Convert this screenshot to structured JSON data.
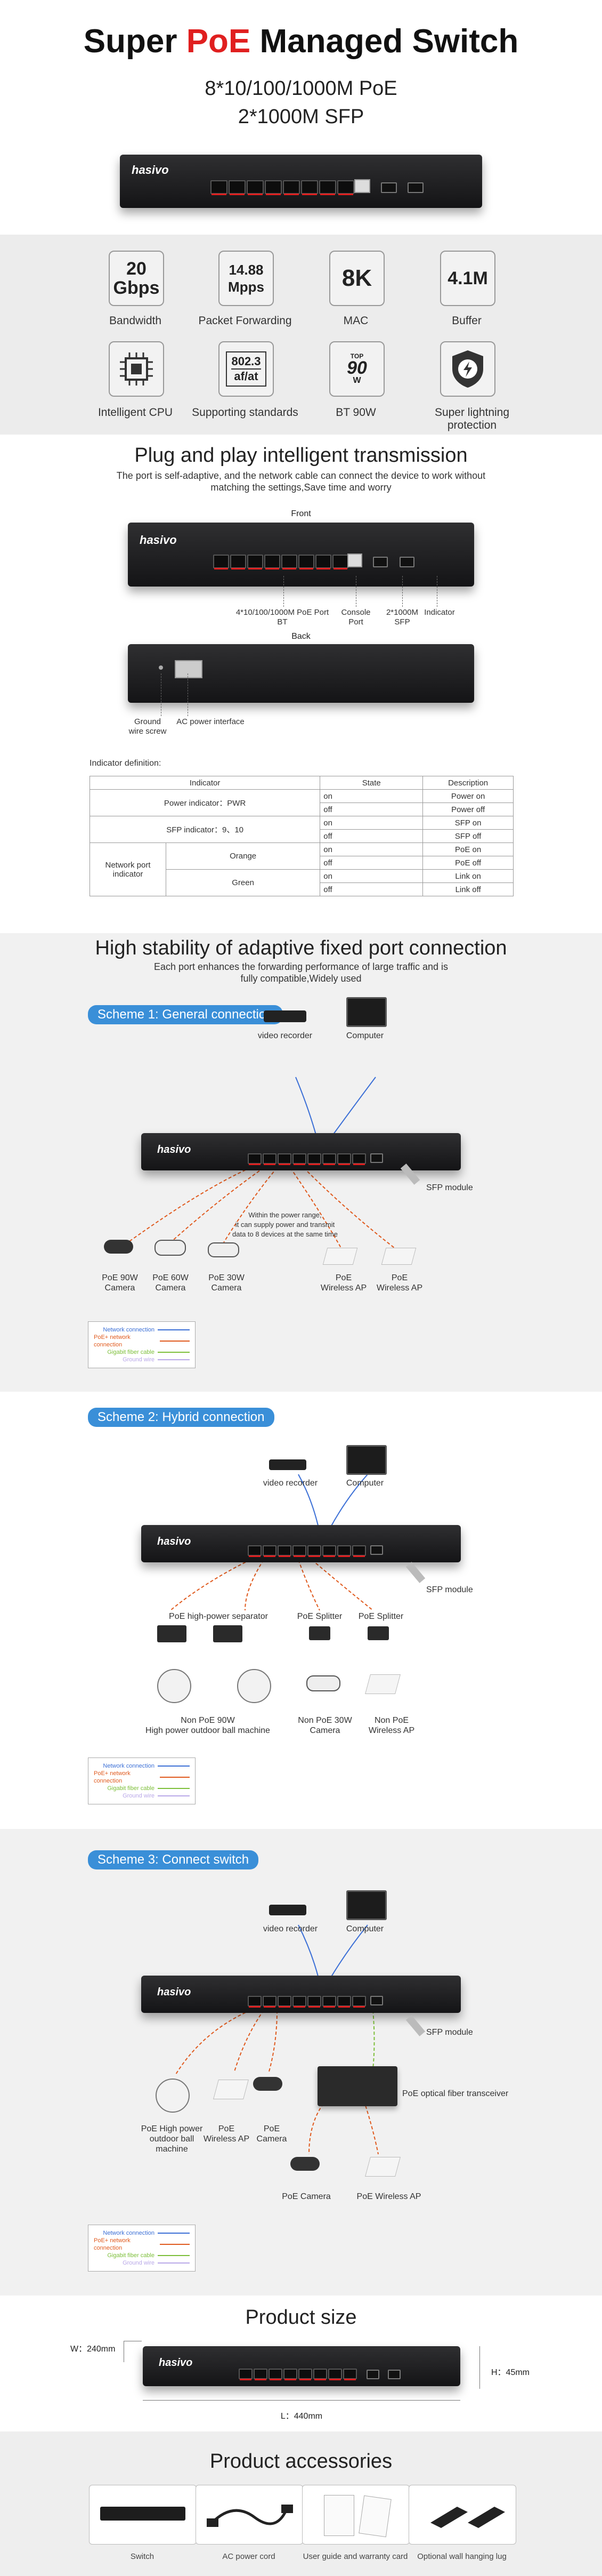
{
  "hero": {
    "title_pre": "Super ",
    "title_accent": "PoE",
    "title_post": " Managed Switch",
    "line1": "8*10/100/1000M PoE",
    "line2": "2*1000M SFP",
    "brand": "hasivo"
  },
  "features": [
    {
      "icon_text": "20\nGbps",
      "label": "Bandwidth",
      "icon": "bandwidth-icon"
    },
    {
      "icon_text": "14.88\nMpps",
      "label": "Packet Forwarding",
      "icon": "packet-icon"
    },
    {
      "icon_text": "8K",
      "label": "MAC",
      "icon": "mac-icon"
    },
    {
      "icon_text": "4.1M",
      "label": "Buffer",
      "icon": "buffer-icon"
    },
    {
      "icon_text": "",
      "label": "Intelligent CPU",
      "icon": "cpu-icon"
    },
    {
      "icon_text": "802.3\naf/at",
      "label": "Supporting standards",
      "icon": "standard-icon"
    },
    {
      "icon_text": "TOP\n90\nW",
      "label": "BT 90W",
      "icon": "power-icon"
    },
    {
      "icon_text": "",
      "label": "Super lightning protection",
      "icon": "lightning-shield-icon"
    }
  ],
  "plug": {
    "title": "Plug and play intelligent transmission",
    "sub1": "The port is self-adaptive, and the network cable can connect the device to work without",
    "sub2": "matching the settings,Save time and worry",
    "front": "Front",
    "back": "Back",
    "callout_poe": "4*10/100/1000M PoE Port\nBT",
    "callout_console": "Console\nPort",
    "callout_sfp": "2*1000M\nSFP",
    "callout_indicator": "Indicator",
    "callout_ground": "Ground\nwire screw",
    "callout_ac": "AC power interface",
    "indicator_def": "Indicator definition:"
  },
  "table": {
    "headers": [
      "Indicator",
      "State",
      "Description"
    ],
    "power_label": "Power indicator：PWR",
    "sfp_label": "SFP indicator：9、10",
    "net_label": "Network port\nindicator",
    "orange": "Orange",
    "green": "Green",
    "rows": [
      [
        "on",
        "Power on"
      ],
      [
        "off",
        "Power off"
      ],
      [
        "on",
        "SFP on"
      ],
      [
        "off",
        "SFP off"
      ],
      [
        "on",
        "PoE on"
      ],
      [
        "off",
        "PoE off"
      ],
      [
        "on",
        "Link on"
      ],
      [
        "off",
        "Link off"
      ]
    ]
  },
  "stability": {
    "title": "High stability of adaptive fixed port connection",
    "sub1": "Each port enhances the forwarding performance of large traffic and is",
    "sub2": "fully compatible,Widely used"
  },
  "scheme1": {
    "label": "Scheme 1: General connection",
    "recorder": "video recorder",
    "computer": "Computer",
    "sfp": "SFP module",
    "note": "Within the power range,\nit can supply power and transmit\ndata to 8 devices at the same time",
    "cam90": "PoE 90W\nCamera",
    "cam60": "PoE 60W\nCamera",
    "cam30": "PoE 30W\nCamera",
    "ap1": "PoE\nWireless AP",
    "ap2": "PoE\nWireless AP"
  },
  "scheme2": {
    "label": "Scheme 2: Hybrid connection",
    "recorder": "video recorder",
    "computer": "Computer",
    "sfp": "SFP module",
    "separator": "PoE high-power separator",
    "splitter1": "PoE Splitter",
    "splitter2": "PoE Splitter",
    "ballcam": "Non PoE 90W\nHigh power outdoor ball machine",
    "cam30": "Non PoE 30W\nCamera",
    "ap": "Non PoE\nWireless AP"
  },
  "scheme3": {
    "label": "Scheme 3: Connect switch",
    "recorder": "video recorder",
    "computer": "Computer",
    "sfp": "SFP module",
    "transceiver": "PoE optical fiber transceiver",
    "ball": "PoE High power\noutdoor ball\nmachine",
    "ap": "PoE\nWireless AP",
    "cam": "PoE\nCamera",
    "cam2": "PoE Camera",
    "ap2": "PoE Wireless AP"
  },
  "legend": {
    "items": [
      {
        "label": "Network connection",
        "color": "#3b6fd6"
      },
      {
        "label": "PoE+ network connection",
        "color": "#e05a1e"
      },
      {
        "label": "Gigabit fiber cable",
        "color": "#7dbf3a"
      },
      {
        "label": "Ground wire",
        "color": "#b9a8e8"
      }
    ]
  },
  "size": {
    "title": "Product size",
    "w": "W：240mm",
    "h": "H：45mm",
    "l": "L：440mm"
  },
  "accessories": {
    "title": "Product accessories",
    "items": [
      "Switch",
      "AC power cord",
      "User guide and warranty card",
      "Optional wall hanging lug"
    ]
  },
  "colors": {
    "accent": "#e01f1f",
    "scheme": "#3a8fd8"
  }
}
